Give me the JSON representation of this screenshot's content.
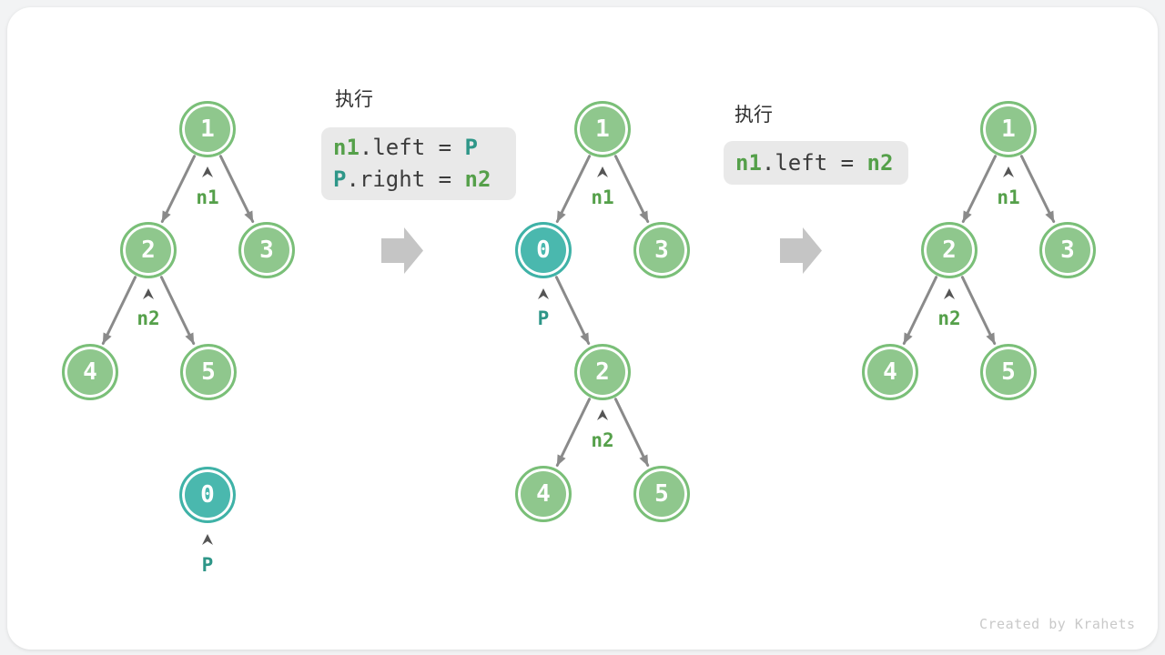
{
  "figure": {
    "watermark": "Created by Krahets",
    "colors": {
      "node_green_fill": "#8fc78d",
      "node_green_border": "#7abf78",
      "node_teal_fill": "#4ab8ae",
      "node_teal_border": "#3fb2a7",
      "pointer_label_green": "#55a04a",
      "pointer_label_teal": "#2e9688",
      "code_plain": "#3c3c3c",
      "code_background": "#e9e9e9",
      "edge_gray": "#8a8a8a",
      "transition_arrow_gray": "#c5c5c5"
    },
    "exec_blocks": [
      {
        "title": "执行",
        "lines": [
          {
            "var1": "n1",
            "mid": ".left = ",
            "var2": "P"
          },
          {
            "var1": "P",
            "mid": ".right = ",
            "var2": "n2"
          }
        ]
      },
      {
        "title": "执行",
        "lines": [
          {
            "var1": "n1",
            "mid": ".left = ",
            "var2": "n2"
          }
        ]
      }
    ],
    "trees": [
      {
        "name": "before-insertion",
        "nodes": [
          {
            "value": "1",
            "variant": "green"
          },
          {
            "value": "2",
            "variant": "green"
          },
          {
            "value": "3",
            "variant": "green"
          },
          {
            "value": "4",
            "variant": "green"
          },
          {
            "value": "5",
            "variant": "green"
          },
          {
            "value": "0",
            "variant": "teal"
          }
        ],
        "pointer_labels": [
          {
            "text": "n1",
            "variant": "green"
          },
          {
            "text": "n2",
            "variant": "green"
          },
          {
            "text": "P",
            "variant": "teal"
          }
        ]
      },
      {
        "name": "after-insertion",
        "nodes": [
          {
            "value": "1",
            "variant": "green"
          },
          {
            "value": "0",
            "variant": "teal"
          },
          {
            "value": "3",
            "variant": "green"
          },
          {
            "value": "2",
            "variant": "green"
          },
          {
            "value": "4",
            "variant": "green"
          },
          {
            "value": "5",
            "variant": "green"
          }
        ],
        "pointer_labels": [
          {
            "text": "n1",
            "variant": "green"
          },
          {
            "text": "P",
            "variant": "teal"
          },
          {
            "text": "n2",
            "variant": "green"
          }
        ]
      },
      {
        "name": "after-removal",
        "nodes": [
          {
            "value": "1",
            "variant": "green"
          },
          {
            "value": "2",
            "variant": "green"
          },
          {
            "value": "3",
            "variant": "green"
          },
          {
            "value": "4",
            "variant": "green"
          },
          {
            "value": "5",
            "variant": "green"
          }
        ],
        "pointer_labels": [
          {
            "text": "n1",
            "variant": "green"
          },
          {
            "text": "n2",
            "variant": "green"
          }
        ]
      }
    ]
  }
}
